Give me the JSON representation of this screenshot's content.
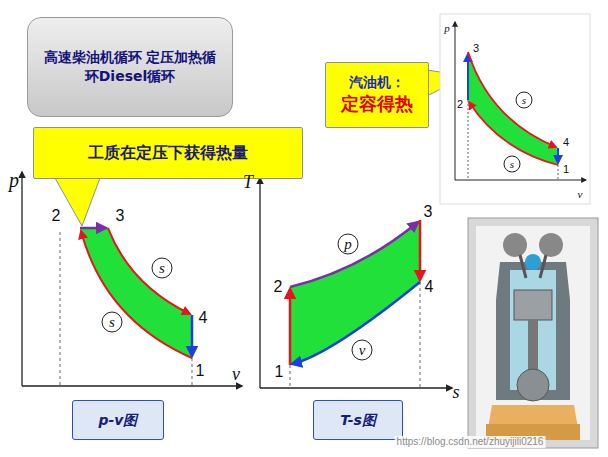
{
  "diagram": {
    "nodes": [
      {
        "text": [
          "高速柴油机循环 定压加热循环Diesel循环"
        ]
      },
      {
        "text": [
          "工质在定压下获得热量"
        ]
      },
      {
        "text": [
          "汽油机：",
          "定容得热"
        ]
      },
      {
        "text": [
          "p-v图"
        ]
      },
      {
        "text": [
          "T-s图"
        ]
      }
    ],
    "labels": [
      "p",
      "v",
      "2",
      "3",
      "4",
      "1",
      "s",
      "s",
      "T",
      "s",
      "2",
      "3",
      "4",
      "1",
      "p",
      "v",
      "p",
      "v",
      "3",
      "2",
      "4",
      "1",
      "s",
      "s",
      "https://blog.csdn.net/zhuyijili0216"
    ]
  }
}
